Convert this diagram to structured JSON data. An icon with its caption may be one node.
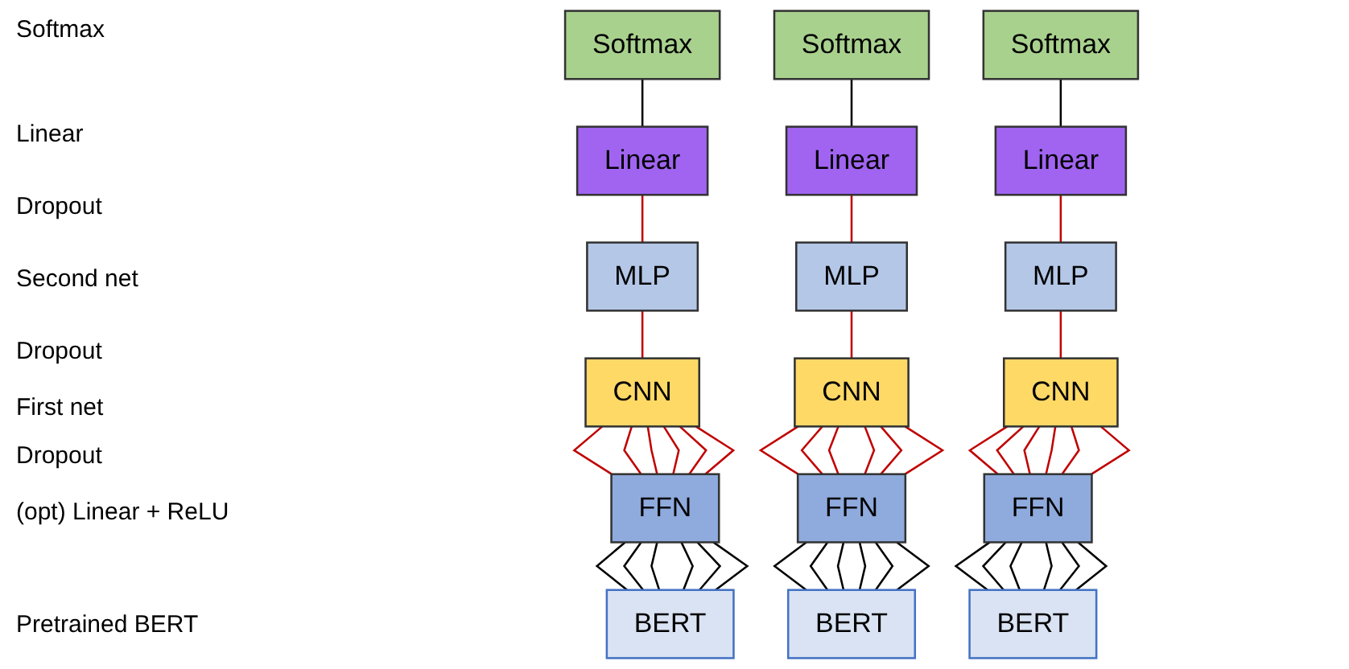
{
  "diagram": {
    "nodes": [
      {
        "text": [
          "Softmax"
        ]
      },
      {
        "text": [
          "Softmax"
        ]
      },
      {
        "text": [
          "Softmax"
        ]
      },
      {
        "text": [
          "Linear"
        ]
      },
      {
        "text": [
          "Linear"
        ]
      },
      {
        "text": [
          "Linear"
        ]
      },
      {
        "text": [
          "MLP"
        ]
      },
      {
        "text": [
          "MLP"
        ]
      },
      {
        "text": [
          "MLP"
        ]
      },
      {
        "text": [
          "CNN"
        ]
      },
      {
        "text": [
          "CNN"
        ]
      },
      {
        "text": [
          "CNN"
        ]
      },
      {
        "text": [
          "FFN"
        ]
      },
      {
        "text": [
          "FFN"
        ]
      },
      {
        "text": [
          "FFN"
        ]
      },
      {
        "text": [
          "BERT"
        ]
      },
      {
        "text": [
          "BERT"
        ]
      },
      {
        "text": [
          "BERT"
        ]
      }
    ],
    "edges": [
      {
        "from": 15,
        "to": 12,
        "arrow": "none",
        "color": "#000000"
      },
      {
        "from": 15,
        "to": 12,
        "arrow": "none",
        "color": "#000000"
      },
      {
        "from": 15,
        "to": 12,
        "arrow": "none",
        "color": "#000000"
      },
      {
        "from": 15,
        "to": 12,
        "arrow": "none",
        "color": "#000000"
      },
      {
        "from": 15,
        "to": 12,
        "arrow": "none",
        "color": "#000000"
      },
      {
        "from": 15,
        "to": 12,
        "arrow": "none",
        "color": "#000000"
      },
      {
        "from": 12,
        "to": 9,
        "arrow": "none"
      },
      {
        "from": 12,
        "to": 9,
        "arrow": "none"
      },
      {
        "from": 12,
        "to": 9,
        "arrow": "none"
      },
      {
        "from": 12,
        "to": 9,
        "arrow": "none"
      },
      {
        "from": 12,
        "to": 9,
        "arrow": "none"
      },
      {
        "from": 12,
        "to": 9,
        "arrow": "none"
      },
      {
        "from": 9,
        "to": 6,
        "arrow": "none"
      },
      {
        "from": 6,
        "to": 3,
        "arrow": "none"
      },
      {
        "from": 3,
        "to": 0,
        "arrow": "none",
        "color": "#000000"
      },
      {
        "from": 16,
        "to": 13,
        "arrow": "none",
        "color": "#000000"
      },
      {
        "from": 16,
        "to": 13,
        "arrow": "none",
        "color": "#000000"
      },
      {
        "from": 16,
        "to": 13,
        "arrow": "none",
        "color": "#000000"
      },
      {
        "from": 16,
        "to": 13,
        "arrow": "none",
        "color": "#000000"
      },
      {
        "from": 16,
        "to": 13,
        "arrow": "none",
        "color": "#000000"
      },
      {
        "from": 16,
        "to": 13,
        "arrow": "none",
        "color": "#000000"
      },
      {
        "from": 13,
        "to": 10,
        "arrow": "none"
      },
      {
        "from": 13,
        "to": 10,
        "arrow": "none"
      },
      {
        "from": 13,
        "to": 10,
        "arrow": "none"
      },
      {
        "from": 13,
        "to": 10,
        "arrow": "none"
      },
      {
        "from": 13,
        "to": 10,
        "arrow": "none"
      },
      {
        "from": 13,
        "to": 10,
        "arrow": "none"
      },
      {
        "from": 10,
        "to": 7,
        "arrow": "none"
      },
      {
        "from": 7,
        "to": 4,
        "arrow": "none"
      },
      {
        "from": 4,
        "to": 1,
        "arrow": "none",
        "color": "#000000"
      },
      {
        "from": 17,
        "to": 14,
        "arrow": "none",
        "color": "#000000"
      },
      {
        "from": 17,
        "to": 14,
        "arrow": "none",
        "color": "#000000"
      },
      {
        "from": 17,
        "to": 14,
        "arrow": "none",
        "color": "#000000"
      },
      {
        "from": 17,
        "to": 14,
        "arrow": "none",
        "color": "#000000"
      },
      {
        "from": 17,
        "to": 14,
        "arrow": "none",
        "color": "#000000"
      },
      {
        "from": 17,
        "to": 14,
        "arrow": "none",
        "color": "#000000"
      },
      {
        "from": 14,
        "to": 11,
        "arrow": "none"
      },
      {
        "from": 14,
        "to": 11,
        "arrow": "none"
      },
      {
        "from": 14,
        "to": 11,
        "arrow": "none"
      },
      {
        "from": 14,
        "to": 11,
        "arrow": "none"
      },
      {
        "from": 14,
        "to": 11,
        "arrow": "none"
      },
      {
        "from": 14,
        "to": 11,
        "arrow": "none"
      },
      {
        "from": 11,
        "to": 8,
        "arrow": "none"
      },
      {
        "from": 8,
        "to": 5,
        "arrow": "none"
      },
      {
        "from": 5,
        "to": 2,
        "arrow": "none",
        "color": "#000000"
      }
    ],
    "labels": [
      "Softmax",
      "Linear",
      "Dropout",
      "Second net",
      "Dropout",
      "First net",
      "Dropout",
      "(opt) Linear + ReLU",
      "Pretrained BERT"
    ]
  }
}
